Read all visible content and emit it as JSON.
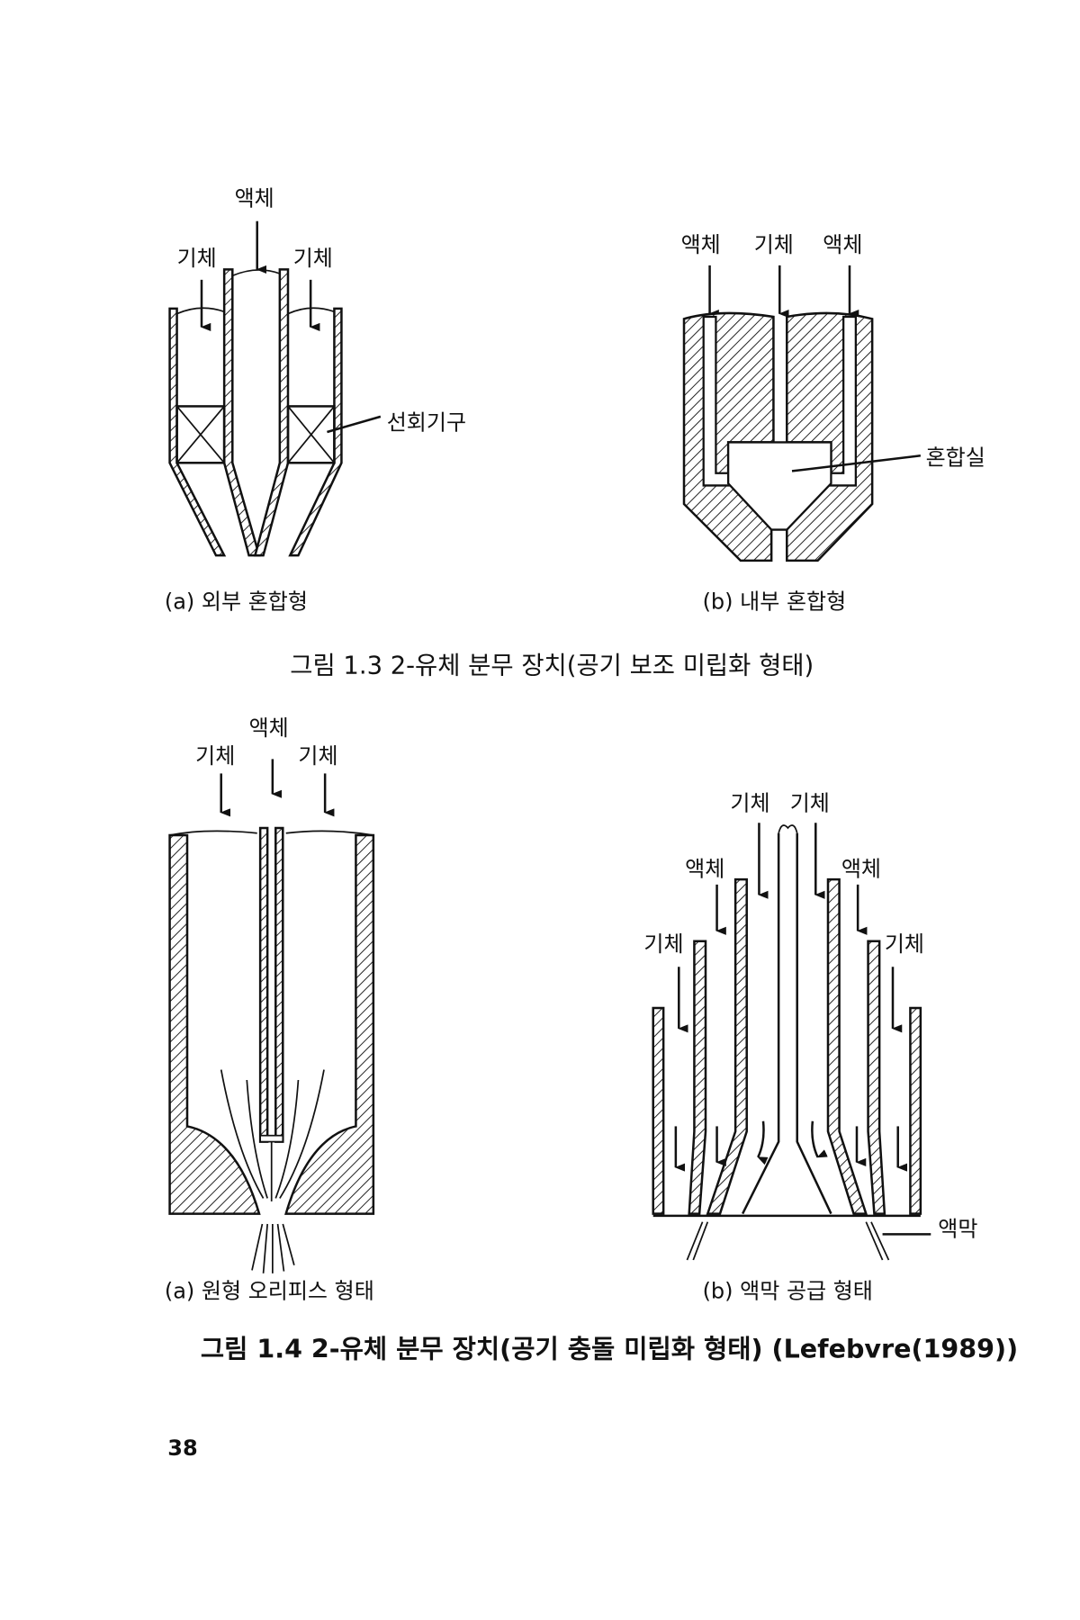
{
  "figure_1_3": {
    "a": {
      "liquid": "액체",
      "gas_left": "기체",
      "gas_right": "기체",
      "swirler": "선회기구",
      "caption": "(a) 외부 혼합형"
    },
    "b": {
      "liquid_left": "액체",
      "gas": "기체",
      "liquid_right": "액체",
      "chamber": "혼합실",
      "caption": "(b) 내부 혼합형"
    },
    "caption": "그림 1.3   2-유체 분무 장치(공기 보조 미립화 형태)"
  },
  "figure_1_4": {
    "a": {
      "liquid": "액체",
      "gas_left": "기체",
      "gas_right": "기체",
      "caption": "(a) 원형 오리피스 형태"
    },
    "b": {
      "gas_top_left": "기체",
      "gas_top_right": "기체",
      "liquid_left": "액체",
      "liquid_right": "액체",
      "gas_left": "기체",
      "gas_right": "기체",
      "film": "액막",
      "caption": "(b) 액막 공급 형태"
    },
    "caption": "그림 1.4   2-유체 분무 장치(공기 충돌 미립화 형태) (Lefebvre(1989))"
  },
  "page_number": "38"
}
